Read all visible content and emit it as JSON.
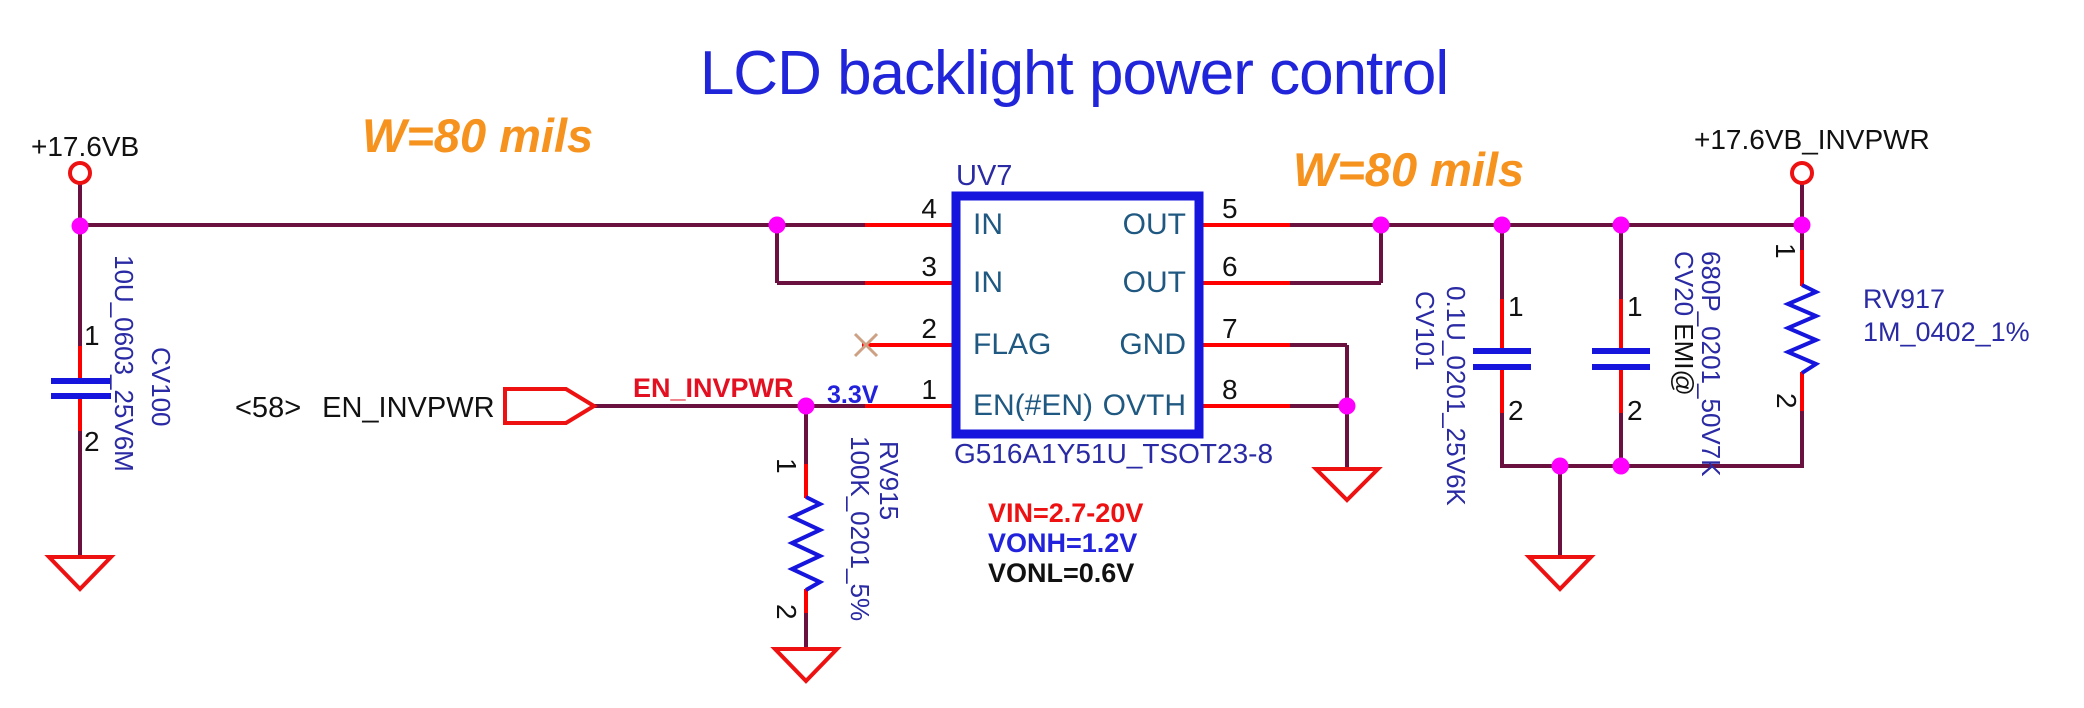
{
  "palette": {
    "title_blue": "#2125d9",
    "annotation_orange": "#f6921e",
    "wire_maroon": "#6b1140",
    "pin_red": "#ff0000",
    "symbol_red": "#ee1111",
    "junction_magenta": "#ff00ff",
    "component_blue": "#1515dd",
    "label_navy": "#2a2aa4",
    "pin_name_blue": "#1f5880",
    "net_label_red": "#e31021",
    "voltage_blue": "#2222dd",
    "text_black": "#111111",
    "noconnect_tan": "#cfa184"
  },
  "title": "LCD backlight power control",
  "annotations": {
    "trace_width_left": "W=80 mils",
    "trace_width_right": "W=80 mils",
    "vin": "VIN=2.7-20V",
    "vonh": "VONH=1.2V",
    "vonl": "VONL=0.6V",
    "en_voltage": "3.3V"
  },
  "power": {
    "input_net": "+17.6VB",
    "output_net": "+17.6VB_INVPWR"
  },
  "enable": {
    "sheet_ref": "<58>",
    "signal": "EN_INVPWR",
    "net_label": "EN_INVPWR"
  },
  "ic": {
    "ref": "UV7",
    "part": "G516A1Y51U_TSOT23-8",
    "left_pins": [
      {
        "num": "4",
        "name": "IN"
      },
      {
        "num": "3",
        "name": "IN"
      },
      {
        "num": "2",
        "name": "FLAG"
      },
      {
        "num": "1",
        "name": "EN(#EN)"
      }
    ],
    "right_pins": [
      {
        "num": "5",
        "name": "OUT"
      },
      {
        "num": "6",
        "name": "OUT"
      },
      {
        "num": "7",
        "name": "GND"
      },
      {
        "num": "8",
        "name": "OVTH"
      }
    ]
  },
  "components": {
    "cv100": {
      "ref": "CV100",
      "value": "10U_0603_25V6M",
      "pin1": "1",
      "pin2": "2"
    },
    "cv101": {
      "ref": "CV101",
      "value": "0.1U_0201_25V6K",
      "pin1": "1",
      "pin2": "2"
    },
    "cv20": {
      "ref": "CV20",
      "suffix": "EMI@",
      "value": "680P_0201_50V7K",
      "pin1": "1",
      "pin2": "2"
    },
    "rv915": {
      "ref": "RV915",
      "value": "100K_0201_5%",
      "pin1": "1",
      "pin2": "2"
    },
    "rv917": {
      "ref": "RV917",
      "value": "1M_0402_1%",
      "pin1": "1",
      "pin2": "2"
    }
  }
}
